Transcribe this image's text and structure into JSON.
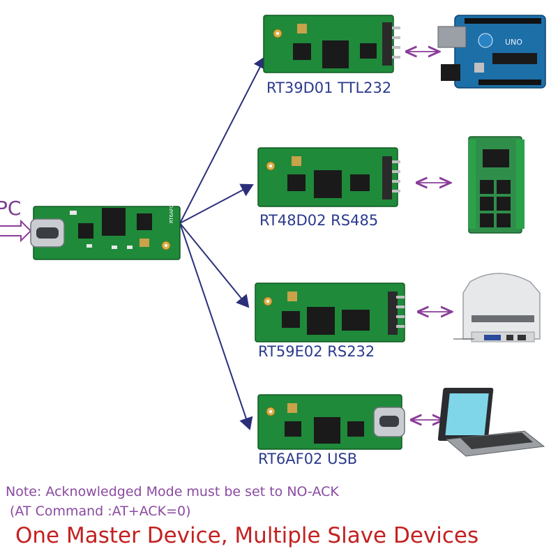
{
  "pc_label": "PC",
  "modules": [
    {
      "id": "rt39d01",
      "label": "RT39D01 TTL232",
      "device": "arduino-board"
    },
    {
      "id": "rt48d02",
      "label": "RT48D02 RS485",
      "device": "relay-board"
    },
    {
      "id": "rt59e02",
      "label": "RT59E02 RS232",
      "device": "label-printer"
    },
    {
      "id": "rt6af02",
      "label": "RT6AF02 USB",
      "device": "laptop"
    }
  ],
  "note_line1": "Note: Acknowledged Mode must be set to NO-ACK",
  "note_line2": "(AT Command :AT+ACK=0)",
  "footer_title": "One Master Device, Multiple Slave Devices",
  "colors": {
    "pcb": "#1f8a3a",
    "module_label": "#2b3a8c",
    "connector_line": "#2b2f7a",
    "arrow": "#8a3c9a",
    "note": "#8a4aa0",
    "footer": "#c42020"
  }
}
